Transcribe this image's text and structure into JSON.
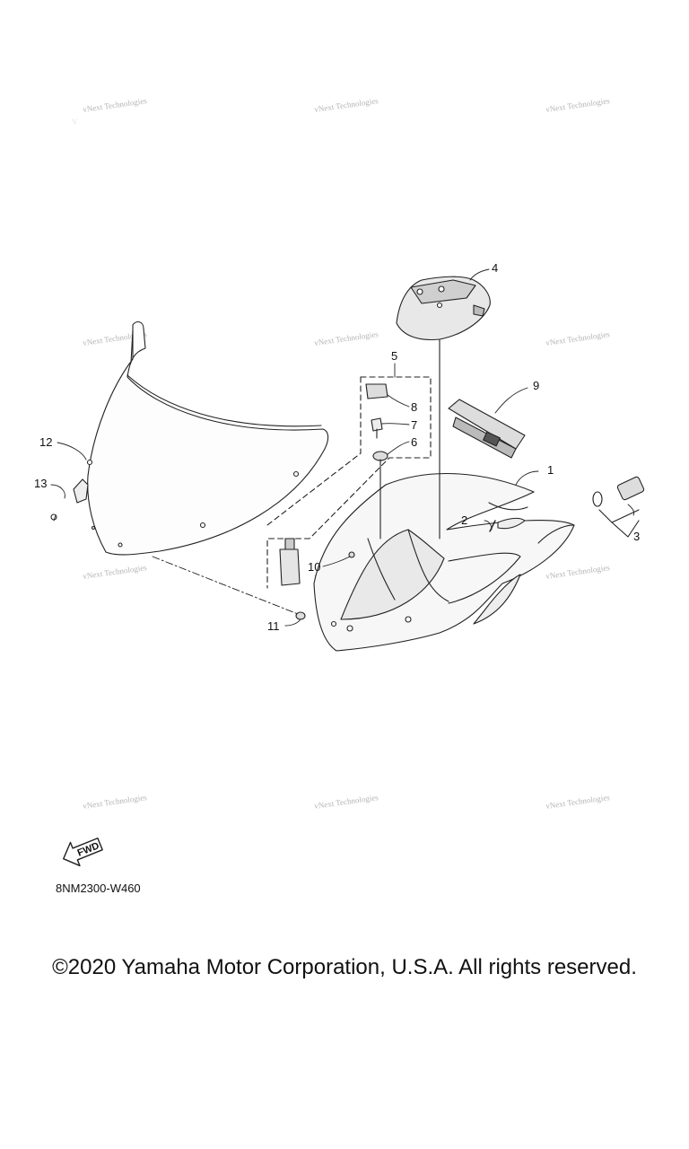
{
  "watermark_text": "vNext Technologies",
  "callouts": [
    "1",
    "2",
    "3",
    "4",
    "5",
    "6",
    "7",
    "8",
    "9",
    "10",
    "11",
    "12",
    "13"
  ],
  "fwd_label": "FWD",
  "diagram_code": "8NM2300-W460",
  "copyright": "©2020 Yamaha Motor Corporation, U.S.A. All rights reserved."
}
